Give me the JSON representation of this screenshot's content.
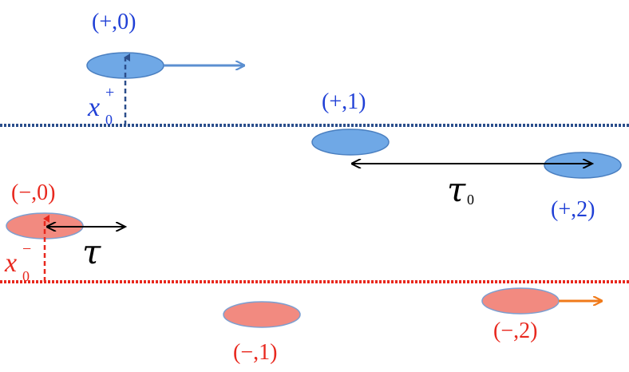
{
  "labels": {
    "plus_0": "(+,0)",
    "plus_1": "(+,1)",
    "plus_2": "(+,2)",
    "minus_0": "(−,0)",
    "minus_1": "(−,1)",
    "minus_2": "(−,2)"
  },
  "symbols": {
    "tau": "τ",
    "tau0_base": "τ",
    "tau0_sub": "0",
    "x0_plus_base": "x",
    "x0_plus_sub": "0",
    "x0_plus_sup": "+",
    "x0_minus_base": "x",
    "x0_minus_sub": "0",
    "x0_minus_sup": "−"
  },
  "colors": {
    "blue_fill": "#6fa8e6",
    "blue_stroke": "#4a7fc0",
    "blue_text": "#1f3fd6",
    "blue_dash": "#2c4f8c",
    "red_fill": "#f28a80",
    "red_stroke": "#7d9fd0",
    "red_text": "#e8281e",
    "red_dash": "#e8281e",
    "orange_arrow": "#f07a1a",
    "blue_arrow": "#5b8fd0"
  }
}
